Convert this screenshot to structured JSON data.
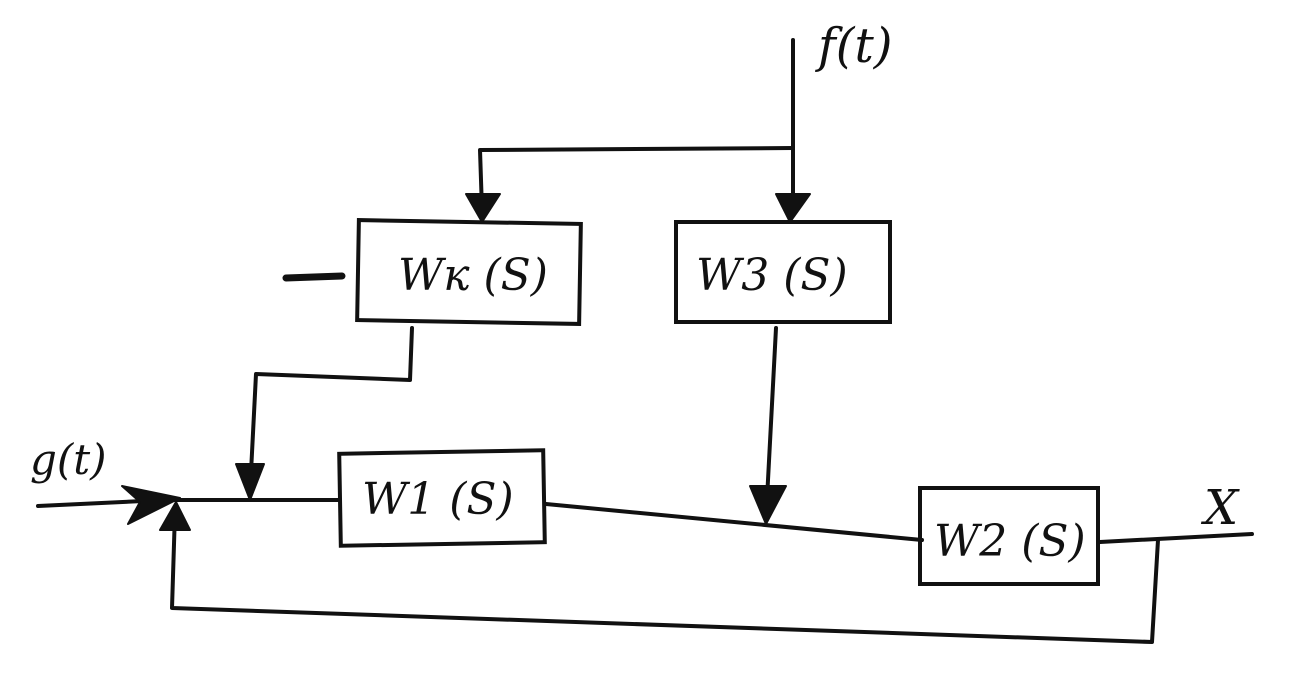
{
  "diagram": {
    "style": "hand-drawn block diagram",
    "ink_color": "#111111",
    "background": "#ffffff",
    "blocks": {
      "wk": "Wк (S)",
      "w3": "W3 (S)",
      "w1": "W1 (S)",
      "w2": "W2 (S)"
    },
    "signals": {
      "disturbance": "f(t)",
      "input": "g(t)",
      "output": "X"
    }
  }
}
